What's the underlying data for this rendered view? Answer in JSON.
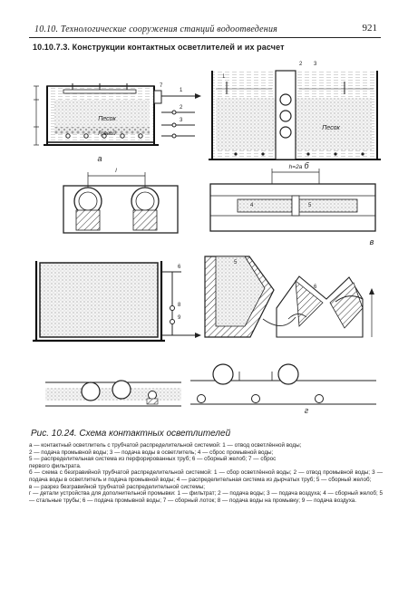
{
  "header": {
    "title": "10.10. Технологические сооружения станций водоотведения",
    "page_number": "921"
  },
  "section_heading": "10.10.7.3. Конструкции контактных осветлителей и их расчет",
  "figure": {
    "panel_labels": {
      "a": "а",
      "b": "б",
      "v": "в",
      "g": "г"
    },
    "fill_labels": {
      "sand_1": "Песок",
      "sand_2": "Песок",
      "gravel": "Гравий"
    },
    "dims": {
      "d1": "h=2а",
      "d2": "l"
    },
    "callouts": [
      "1",
      "2",
      "3",
      "4",
      "5",
      "6",
      "7",
      "8",
      "9"
    ]
  },
  "caption": "Рис. 10.24. Схема контактных осветлителей",
  "legend": [
    "а — контактный осветлитель с трубчатой распределительной системой: 1 — отвод осветлённой воды;",
    "2 — подача промывной воды; 3 — подача воды в осветлитель; 4 — сброс промывной воды;",
    "5 — распределительная система из перфорированных труб; 6 — сборный желоб; 7 — сброс",
    "первого фильтрата.",
    "б — схема с безгравийной трубчатой распределительной системой: 1 — сбор осветлённой воды; 2 — отвод промывной воды; 3 — подача воды в осветлитель и подача промывной воды; 4 — распределительная система из дырчатых труб; 5 — сборный желоб;",
    "в — разрез безгравийной трубчатой распределительной системы;",
    "г — детали устройства для дополнительной промывки: 1 — фильтрат; 2 — подача воды; 3 — подача воздуха; 4 — сборный желоб; 5 — стальные трубы; 6 — подача промывной воды; 7 — сборный лоток; 8 — подача воды на промывку; 9 — подача воздуха."
  ]
}
